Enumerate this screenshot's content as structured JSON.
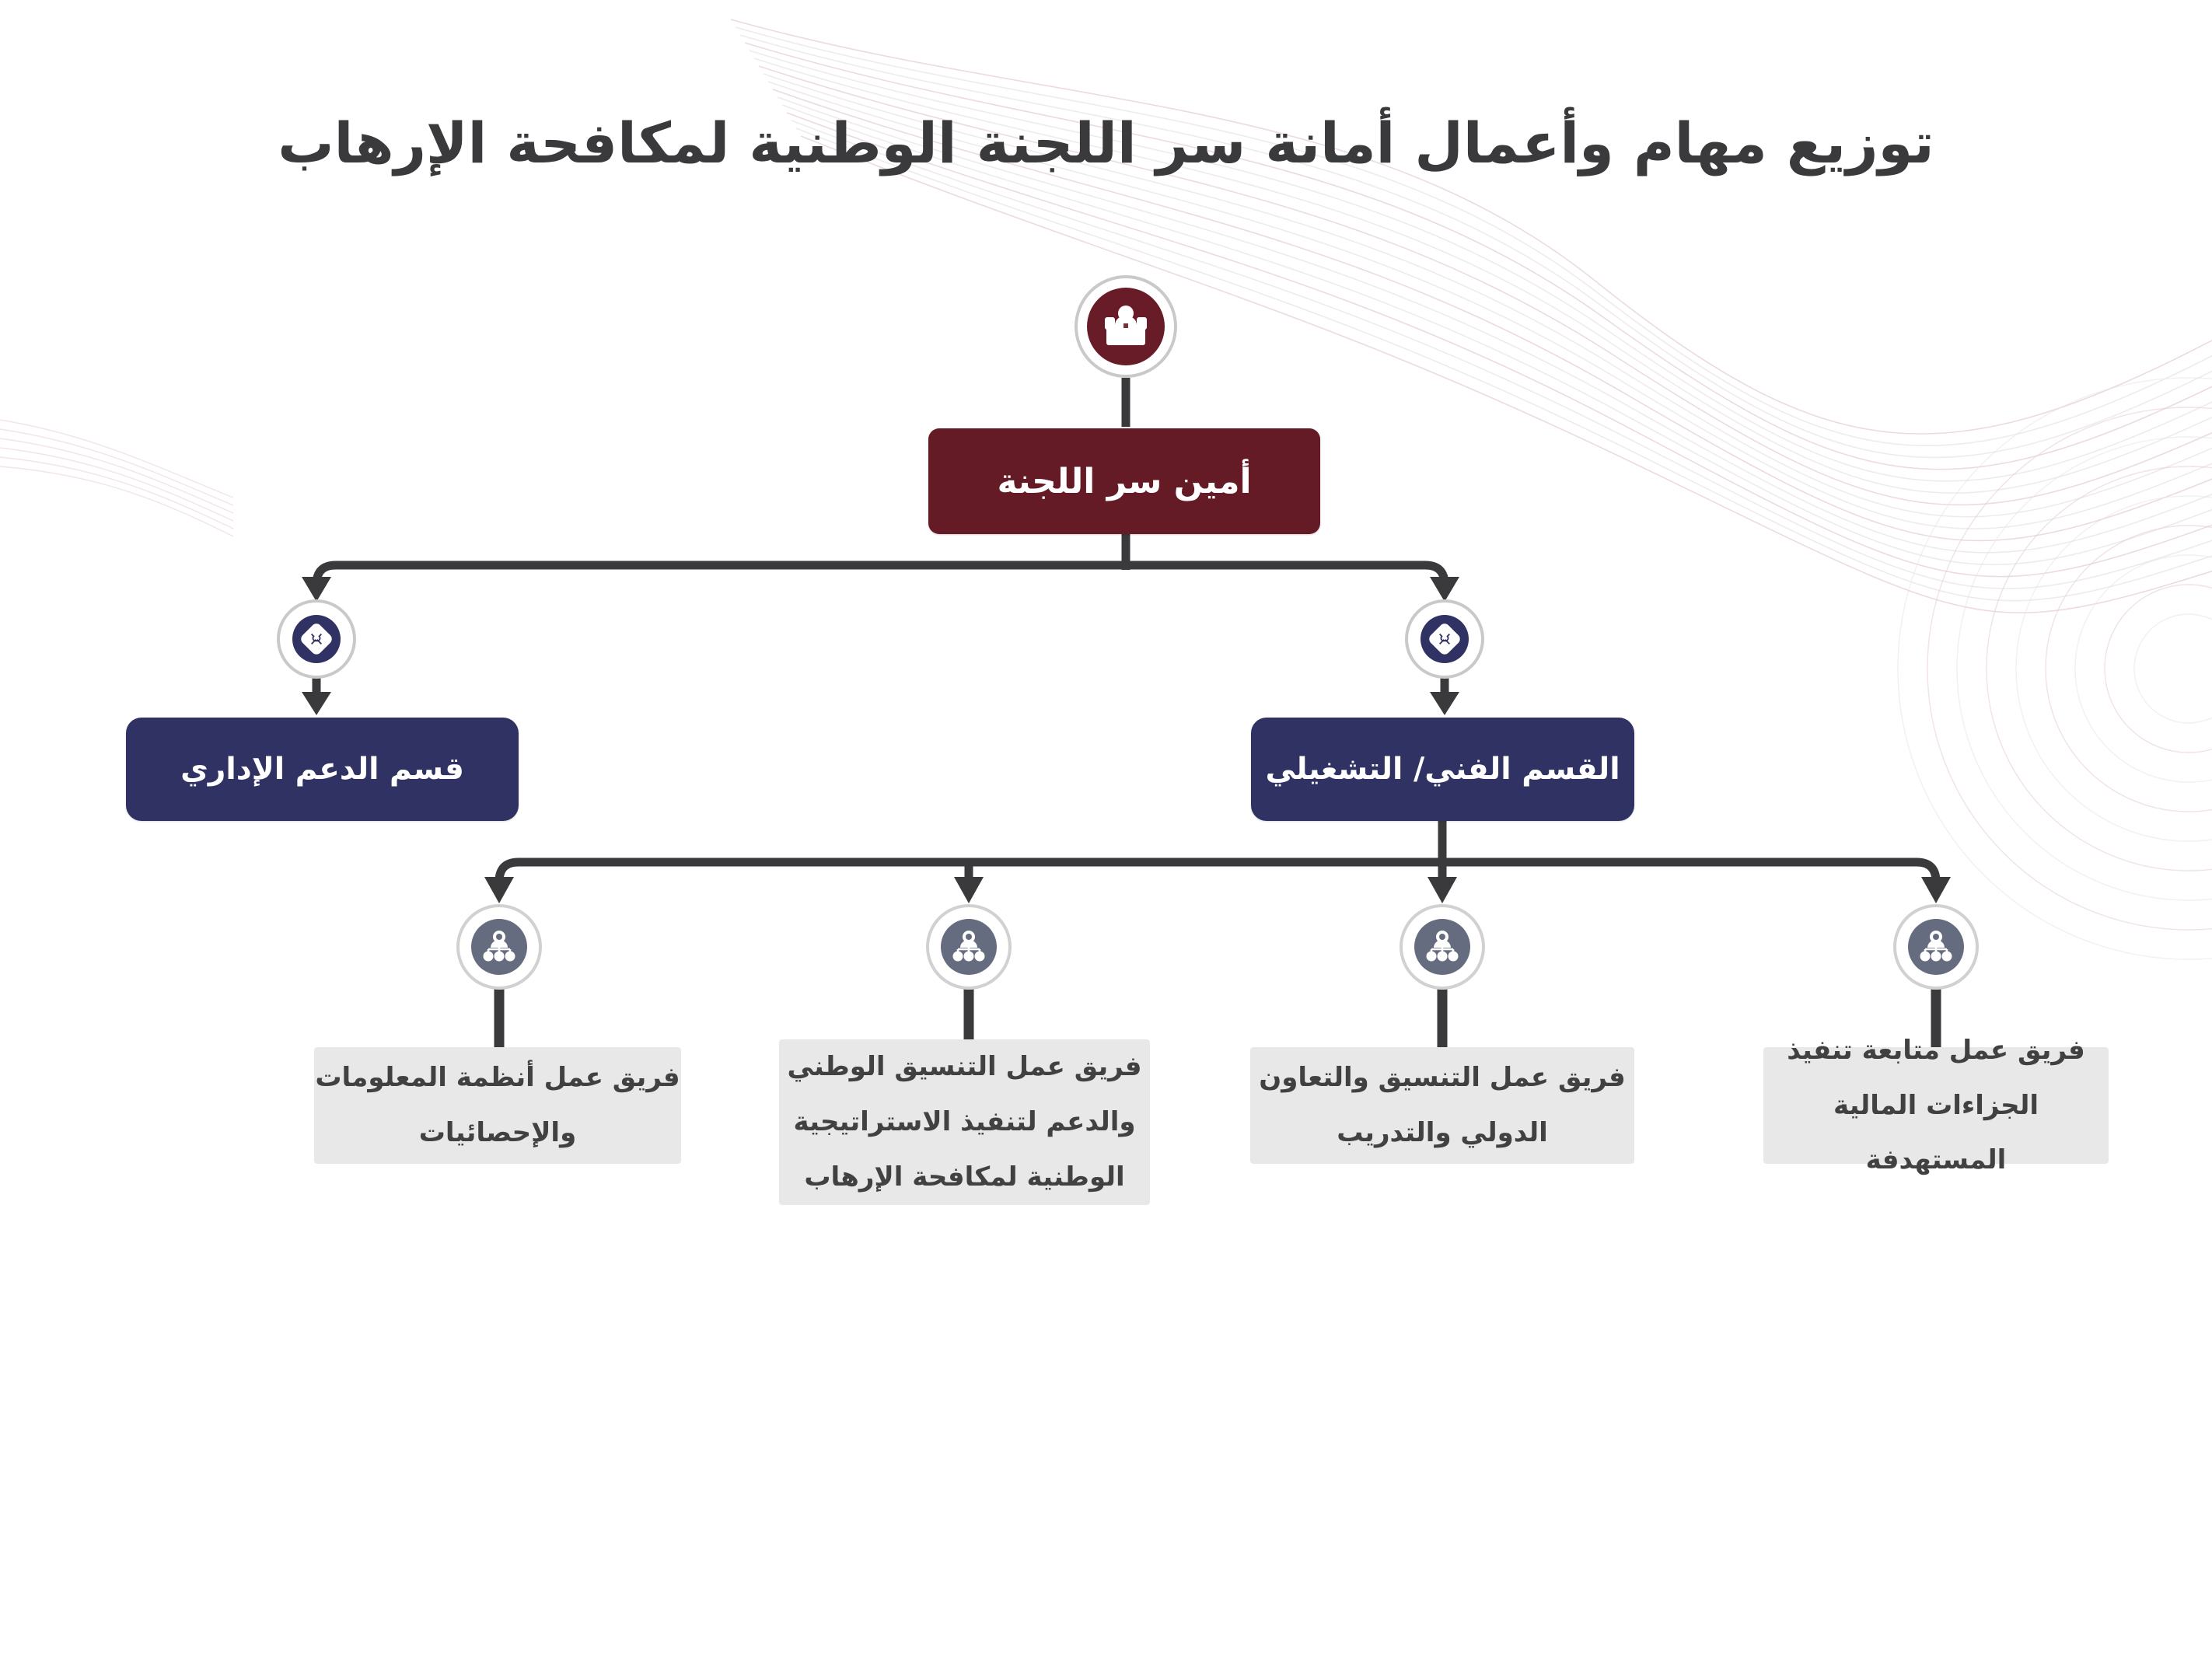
{
  "title": "توزيع مهام وأعمال أمانة سر اللجنة الوطنية لمكافحة الإرهاب",
  "root": {
    "label": "أمين سر اللجنة",
    "icon": "secretary-desk-icon"
  },
  "departments": [
    {
      "id": "admin",
      "label": "قسم الدعم الإداري",
      "icon": "puzzle-icon"
    },
    {
      "id": "technical",
      "label": "القسم الفني/ التشغيلي",
      "icon": "puzzle-icon"
    }
  ],
  "teams": [
    {
      "label": "فريق عمل أنظمة المعلومات\nوالإحصائيات",
      "icon": "team-icon",
      "parent": "technical"
    },
    {
      "label": "فريق عمل التنسيق الوطني\nوالدعم لتنفيذ الاستراتيجية\nالوطنية لمكافحة الإرهاب",
      "icon": "team-icon",
      "parent": "technical"
    },
    {
      "label": "فريق عمل التنسيق والتعاون\nالدولي والتدريب",
      "icon": "team-icon",
      "parent": "technical"
    },
    {
      "label": "فريق عمل متابعة تنفيذ\nالجزاءات المالية المستهدفة",
      "icon": "team-icon",
      "parent": "technical"
    }
  ],
  "colors": {
    "maroon": "#641b25",
    "navy": "#2f3262",
    "slate": "#666c7f",
    "connector": "#3a3a3c",
    "team_box": "#e9e8e8",
    "title_text": "#3a393b",
    "ring_border": "#c9c9c9",
    "wave_pink": "#e3cbd5",
    "wave_gray": "#e7e3e5"
  }
}
